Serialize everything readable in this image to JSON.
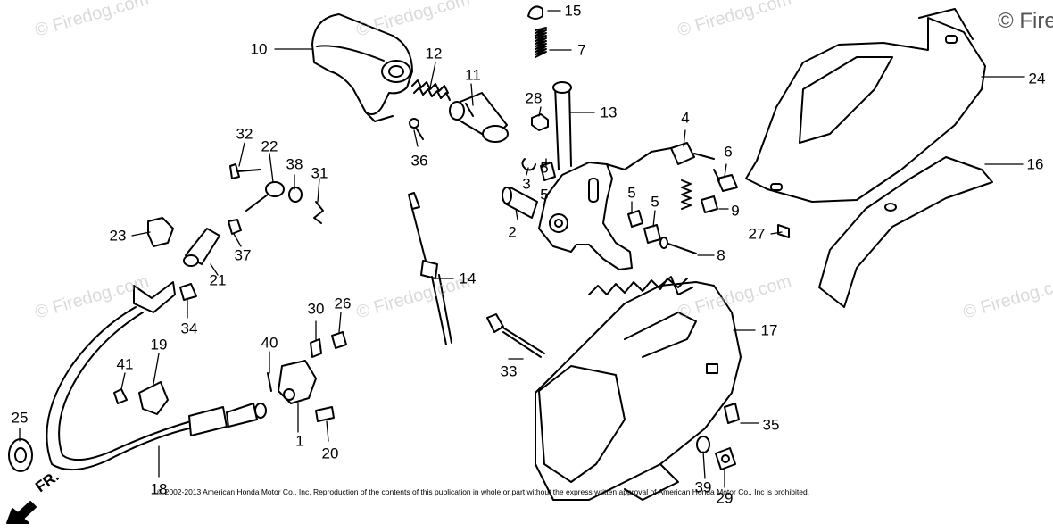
{
  "watermark": {
    "text": "© Firedog.com"
  },
  "corner_mark": "© Fire",
  "copyright_notice": "© 2002-2013 American Honda Motor Co., Inc. Reproduction of the contents of this publication in whole or part without the express written approval of American Honda Motor Co., Inc is prohibited.",
  "direction_label": "FR.",
  "part_numbers": [
    "1",
    "2",
    "3",
    "4",
    "5",
    "5",
    "5",
    "5",
    "6",
    "7",
    "8",
    "9",
    "10",
    "11",
    "12",
    "13",
    "14",
    "15",
    "16",
    "17",
    "18",
    "19",
    "20",
    "21",
    "22",
    "23",
    "24",
    "25",
    "26",
    "27",
    "28",
    "29",
    "30",
    "31",
    "32",
    "33",
    "34",
    "35",
    "36",
    "37",
    "38",
    "39",
    "40",
    "41"
  ]
}
